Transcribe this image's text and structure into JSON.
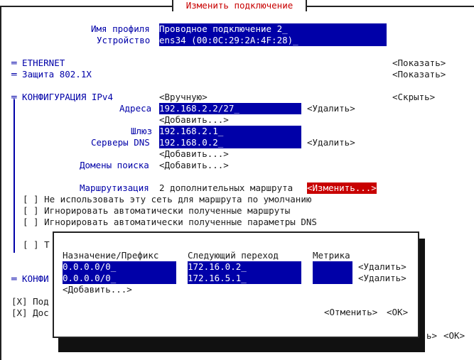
{
  "window": {
    "title": "Изменить подключение"
  },
  "profile": {
    "name_label": "Имя профиля",
    "name_value": "Проводное подключение 2_",
    "device_label": "Устройство",
    "device_value": "ens34 (00:0C:29:2A:4F:28)_"
  },
  "ethernet": {
    "label": "═ ETHERNET",
    "toggle": "<Показать>"
  },
  "security": {
    "label": "═ Защита 802.1X",
    "toggle": "<Показать>"
  },
  "ipv4": {
    "label": "╤ КОНФИГУРАЦИЯ IPv4",
    "mode": "<Вручную>",
    "toggle": "<Скрыть>",
    "addresses_label": "Адреса",
    "address_value": "192.168.2.2/27_",
    "address_remove": "<Удалить>",
    "address_add": "<Добавить...>",
    "gateway_label": "Шлюз",
    "gateway_value": "192.168.2.1_",
    "dns_label": "Серверы DNS",
    "dns_value": "192.168.0.2_",
    "dns_remove": "<Удалить>",
    "dns_add": "<Добавить...>",
    "search_label": "Домены поиска",
    "search_add": "<Добавить...>",
    "routing_label": "Маршрутизация",
    "routing_value": "2 дополнительных маршрута",
    "routing_edit": "<Изменить...>",
    "check1": "[ ] Не использовать эту сеть для маршрута по умолчанию",
    "check2": "[ ] Игнорировать автоматически полученные маршруты",
    "check3": "[ ] Игнорировать автоматически полученные параметры DNS",
    "check4_partial": "[ ] Т"
  },
  "ipv6": {
    "label_partial": "═ КОНФИ"
  },
  "bottom": {
    "check_a": "[X] Под",
    "check_b": "[X] Дос",
    "cancel_partial": "ь>",
    "ok": "<ОК>"
  },
  "routes_dialog": {
    "col_dest": "Назначение/Префикс",
    "col_next": "Следующий переход",
    "col_metric": "Метрика",
    "rows": [
      {
        "dest": "0.0.0.0/0_",
        "next": "172.16.0.2_",
        "metric": "",
        "remove": "<Удалить>"
      },
      {
        "dest": "0.0.0.0/0_",
        "next": "172.16.5.1_",
        "metric": "",
        "remove": "<Удалить>"
      }
    ],
    "add": "<Добавить...>",
    "cancel": "<Отменить>",
    "ok": "<ОК>"
  }
}
